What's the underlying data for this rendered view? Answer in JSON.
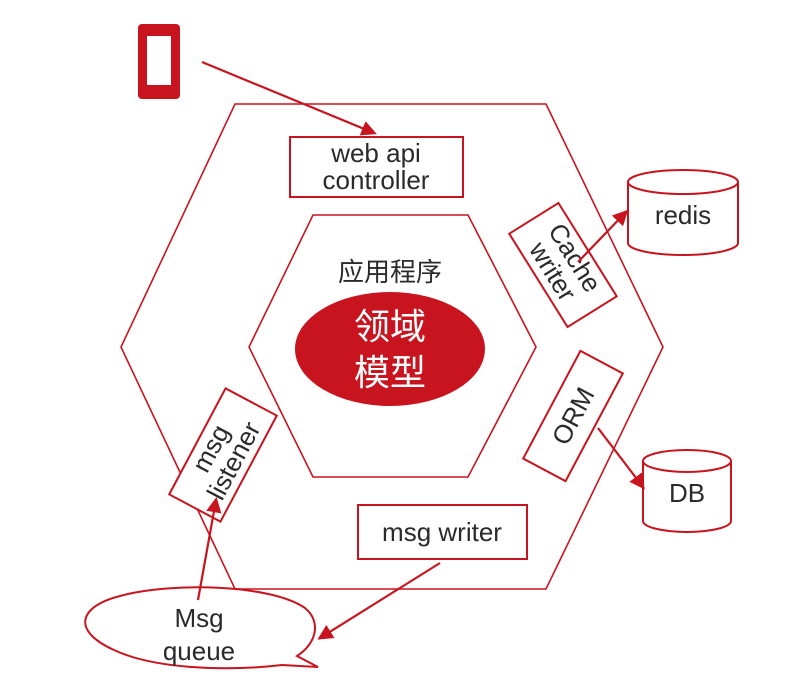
{
  "colors": {
    "accent": "#c8141e",
    "line": "#c8141e",
    "text": "#2a2a2a",
    "core_text": "#ffffff",
    "background": "#ffffff"
  },
  "icons": {
    "client": "mobile-phone-icon"
  },
  "labels": {
    "web_api_line1": "web api",
    "web_api_line2": "controller",
    "cache_line1": "Cache",
    "cache_line2": "writer",
    "orm": "ORM",
    "msg_listener_line1": "msg",
    "msg_listener_line2": "listener",
    "msg_writer": "msg writer",
    "redis": "redis",
    "db": "DB",
    "queue_line1": "Msg",
    "queue_line2": "queue",
    "application": "应用程序",
    "domain_line1": "领域",
    "domain_line2": "模型"
  }
}
